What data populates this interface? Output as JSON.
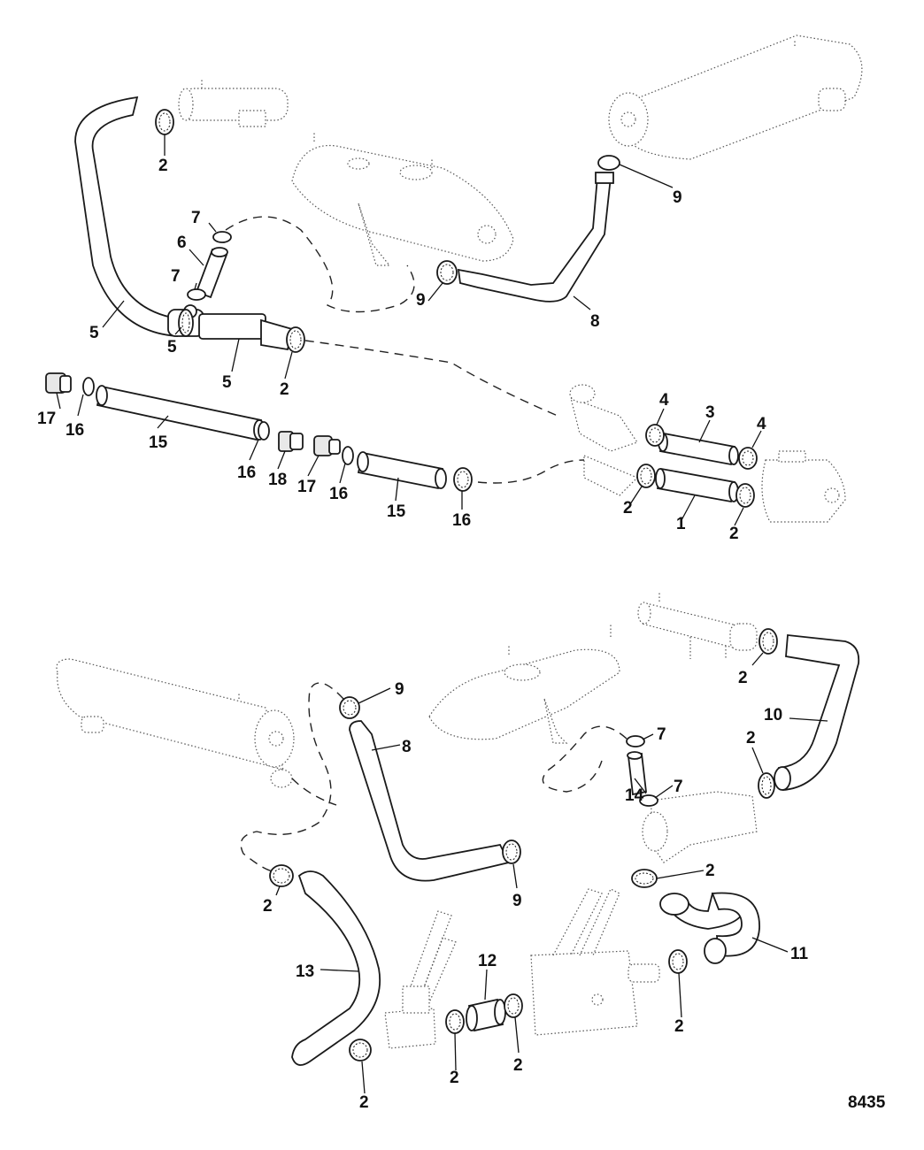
{
  "figure": {
    "number": "8435",
    "callouts": [
      {
        "id": "c-upper-2a",
        "label": "2"
      },
      {
        "id": "c-upper-7a",
        "label": "7"
      },
      {
        "id": "c-upper-6",
        "label": "6"
      },
      {
        "id": "c-upper-7b",
        "label": "7"
      },
      {
        "id": "c-upper-5a",
        "label": "5"
      },
      {
        "id": "c-upper-5b",
        "label": "5"
      },
      {
        "id": "c-upper-5c",
        "label": "5"
      },
      {
        "id": "c-upper-2b",
        "label": "2"
      },
      {
        "id": "c-upper-9a",
        "label": "9"
      },
      {
        "id": "c-upper-9b",
        "label": "9"
      },
      {
        "id": "c-upper-8",
        "label": "8"
      },
      {
        "id": "c-upper-17a",
        "label": "17"
      },
      {
        "id": "c-upper-16a",
        "label": "16"
      },
      {
        "id": "c-upper-15a",
        "label": "15"
      },
      {
        "id": "c-upper-16b",
        "label": "16"
      },
      {
        "id": "c-upper-18",
        "label": "18"
      },
      {
        "id": "c-upper-17b",
        "label": "17"
      },
      {
        "id": "c-upper-16c",
        "label": "16"
      },
      {
        "id": "c-upper-15b",
        "label": "15"
      },
      {
        "id": "c-upper-16d",
        "label": "16"
      },
      {
        "id": "c-upper-4a",
        "label": "4"
      },
      {
        "id": "c-upper-3",
        "label": "3"
      },
      {
        "id": "c-upper-4b",
        "label": "4"
      },
      {
        "id": "c-upper-2c",
        "label": "2"
      },
      {
        "id": "c-upper-1",
        "label": "1"
      },
      {
        "id": "c-upper-2d",
        "label": "2"
      },
      {
        "id": "c-lower-2a",
        "label": "2"
      },
      {
        "id": "c-lower-10",
        "label": "10"
      },
      {
        "id": "c-lower-2b",
        "label": "2"
      },
      {
        "id": "c-lower-9a",
        "label": "9"
      },
      {
        "id": "c-lower-8",
        "label": "8"
      },
      {
        "id": "c-lower-7a",
        "label": "7"
      },
      {
        "id": "c-lower-14",
        "label": "14"
      },
      {
        "id": "c-lower-7b",
        "label": "7"
      },
      {
        "id": "c-lower-2c",
        "label": "2"
      },
      {
        "id": "c-lower-2d",
        "label": "2"
      },
      {
        "id": "c-lower-9b",
        "label": "9"
      },
      {
        "id": "c-lower-11",
        "label": "11"
      },
      {
        "id": "c-lower-13",
        "label": "13"
      },
      {
        "id": "c-lower-12",
        "label": "12"
      },
      {
        "id": "c-lower-2e",
        "label": "2"
      },
      {
        "id": "c-lower-2f",
        "label": "2"
      },
      {
        "id": "c-lower-2g",
        "label": "2"
      },
      {
        "id": "c-lower-2h",
        "label": "2"
      }
    ]
  }
}
